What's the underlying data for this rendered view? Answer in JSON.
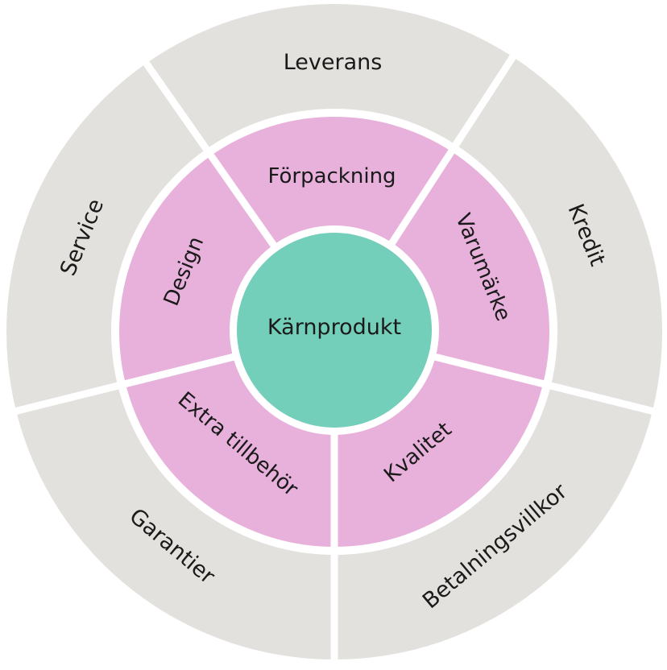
{
  "colors": {
    "outer_ring": "#e3e1dd",
    "middle_ring": "#e8b1db",
    "core": "#74cfba",
    "separator": "#ffffff"
  },
  "core": {
    "label": "Kärnprodukt"
  },
  "middle_ring": [
    {
      "label": "Förpackning"
    },
    {
      "label": "Varumärke"
    },
    {
      "label": "Kvalitet"
    },
    {
      "label": "Extra tillbehör"
    },
    {
      "label": "Design"
    }
  ],
  "outer_ring": [
    {
      "label": "Leverans"
    },
    {
      "label": "Kredit"
    },
    {
      "label": "Betalningsvillkor"
    },
    {
      "label": "Garantier"
    },
    {
      "label": "Service"
    }
  ]
}
